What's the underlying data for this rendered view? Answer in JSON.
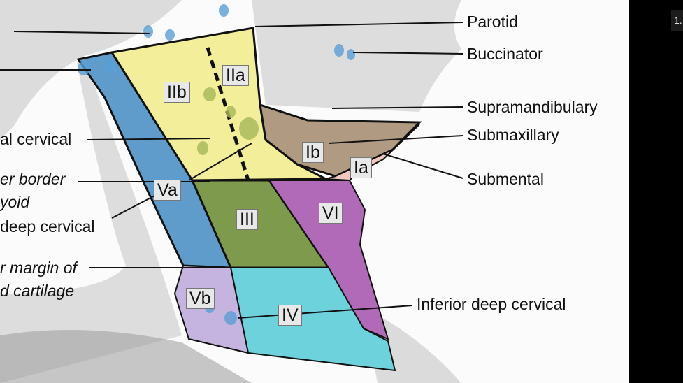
{
  "zones": {
    "Ia": "Ia",
    "Ib": "Ib",
    "IIa": "IIa",
    "IIb": "IIb",
    "III": "III",
    "IV": "IV",
    "Va": "Va",
    "Vb": "Vb",
    "VI": "VI"
  },
  "labels": {
    "parotid": "Parotid",
    "buccinator": "Buccinator",
    "supramandibulary": "Supramandibulary",
    "submaxillary": "Submaxillary",
    "submental": "Submental",
    "inferior_deep_cervical": "Inferior deep cervical",
    "superficial_cervical": "al cervical",
    "posterior_border_1": "er border",
    "posterior_border_2": "yoid",
    "superior_deep_cervical": "deep cervical",
    "lower_margin_1": "r margin of",
    "lower_margin_2": "d cartilage"
  },
  "slide_number": "1.",
  "colors": {
    "yellow": "#f3ee9a",
    "blue": "#5f9ccc",
    "brown": "#b09a82",
    "pink": "#f0c8c0",
    "green": "#7e9a4c",
    "purple": "#b06ab8",
    "cyan": "#6ed2dc",
    "lavender": "#c6b4e0"
  }
}
